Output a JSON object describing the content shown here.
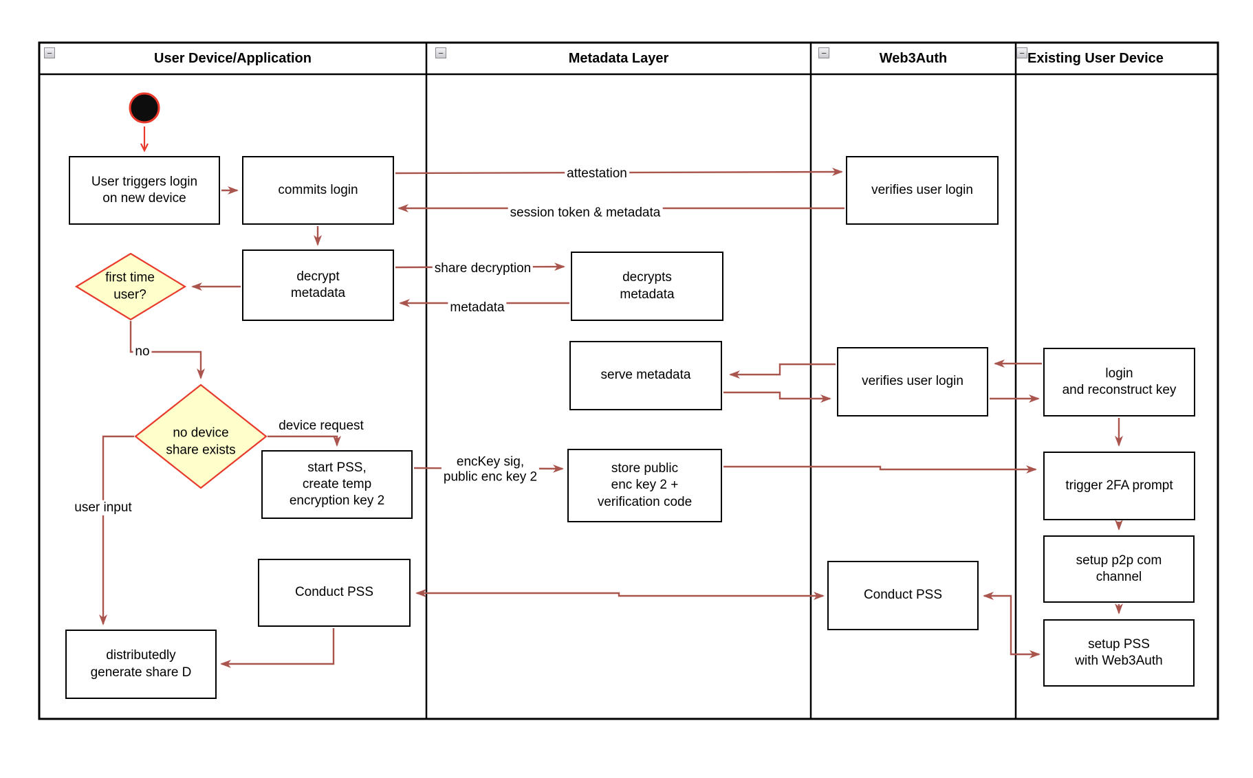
{
  "colors": {
    "accent_red": "#e8392b",
    "connector_red": "#a9544c",
    "diamond_fill": "#ffffcc",
    "border_black": "#000000"
  },
  "collapse_glyph": "−",
  "lanes": [
    {
      "label": "User Device/Application"
    },
    {
      "label": "Metadata Layer"
    },
    {
      "label": "Web3Auth"
    },
    {
      "label": "Existing User Device"
    }
  ],
  "nodes": {
    "user_triggers": "User triggers login\non new device",
    "commits_login": "commits login",
    "decrypt_metadata": "decrypt\nmetadata",
    "first_time_user": "first time\nuser?",
    "no_device_share": "no device\nshare exists",
    "start_pss": "start PSS,\ncreate temp\nencryption key 2",
    "conduct_pss_ud": "Conduct PSS",
    "distributedly": "distributedly\ngenerate share D",
    "decrypts_metadata": "decrypts\nmetadata",
    "serve_metadata": "serve metadata",
    "store_public": "store public\nenc key 2 +\nverification code",
    "verifies_login_1": "verifies user login",
    "verifies_login_2": "verifies user login",
    "conduct_pss_w3a": "Conduct PSS",
    "login_reconstruct": "login\nand reconstruct key",
    "trigger_2fa": "trigger 2FA prompt",
    "setup_p2p": "setup p2p com\nchannel",
    "setup_pss": "setup PSS\nwith Web3Auth"
  },
  "edge_labels": {
    "attestation": "attestation",
    "session_token": "session token & metadata",
    "share_decryption": "share decryption",
    "metadata": "metadata",
    "no": "no",
    "device_request": "device request",
    "enckey_sig": "encKey sig,\npublic enc key 2",
    "user_input": "user input"
  }
}
